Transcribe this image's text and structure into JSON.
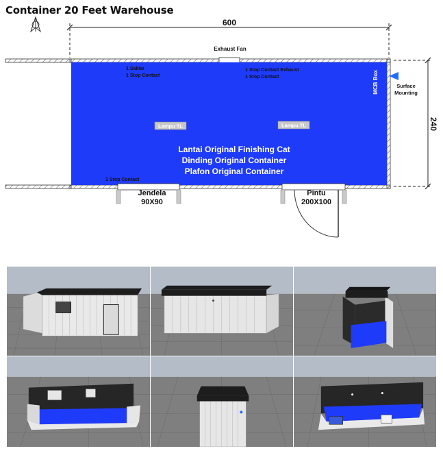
{
  "title": "Container 20 Feet Warehouse",
  "colors": {
    "floor": "#1f3bfa",
    "wall": "#ffffff",
    "roof": "#1d1d1d",
    "sky": "#a9b3bf",
    "ground": "#7c7c7c"
  },
  "plan": {
    "dim_length": "600",
    "dim_width": "240",
    "exhaust_fan": "Exhaust Fan",
    "switch_label_1": "1 Saklar",
    "switch_label_2": "1 Stop Contact",
    "exhaust_contact_1": "1 Stop Contact Exhaust",
    "exhaust_contact_2": "1 Stop Contact",
    "mcb_box": "MCB Box",
    "surface_mounting_1": "Surface",
    "surface_mounting_2": "Mounting",
    "lamp_1": "Lampu TL",
    "lamp_2": "Lampu TL",
    "finish_1": "Lantai Original Finishing Cat",
    "finish_2": "Dinding Original Container",
    "finish_3": "Plafon Original Container",
    "stop_contact_bottom": "1 Stop Contact",
    "window_label": "Jendela",
    "window_size": "90X90",
    "door_label": "Pintu",
    "door_size": "200X100"
  },
  "views": [
    {
      "name": "front-exterior"
    },
    {
      "name": "rear-exterior"
    },
    {
      "name": "end-cutaway"
    },
    {
      "name": "interior-cutaway-left"
    },
    {
      "name": "end-exterior"
    },
    {
      "name": "interior-cutaway-right"
    }
  ]
}
